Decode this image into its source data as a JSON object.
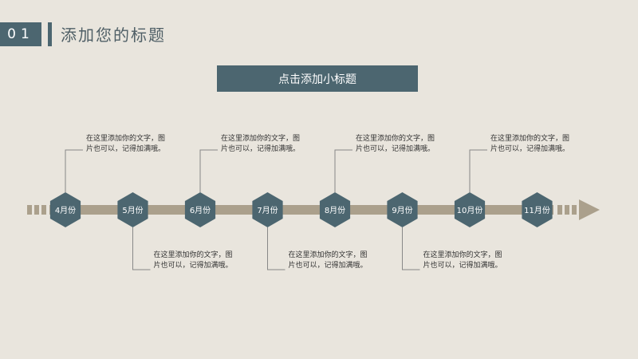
{
  "header": {
    "number": "01",
    "title": "添加您的标题"
  },
  "subtitle": "点击添加小标题",
  "timeline": {
    "months": [
      "4月份",
      "5月份",
      "6月份",
      "7月份",
      "8月份",
      "9月份",
      "10月份",
      "11月份"
    ],
    "descriptions": [
      "在这里添加你的文字，图片也可以，记得加满哦。",
      "在这里添加你的文字，图片也可以，记得加满哦。",
      "在这里添加你的文字，图片也可以，记得加满哦。",
      "在这里添加你的文字，图片也可以，记得加满哦。",
      "在这里添加你的文字，图片也可以，记得加满哦。",
      "在这里添加你的文字，图片也可以，记得加满哦。",
      "在这里添加你的文字，图片也可以，记得加满哦。"
    ]
  },
  "colors": {
    "background": "#e9e5dd",
    "accent": "#4c6670",
    "line": "#aba08c",
    "connector": "#888888"
  }
}
